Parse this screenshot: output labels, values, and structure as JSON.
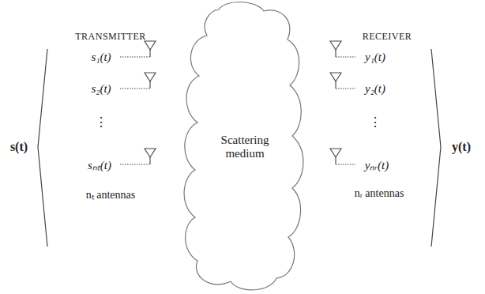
{
  "diagram": {
    "nodes": [
      {
        "text": [
          "Scattering medium"
        ]
      }
    ],
    "labels": [
      "TRANSMITTER",
      "RECEIVER",
      "s(t)",
      "s₁(t)",
      "s₂(t)",
      "⋮",
      "sₙₜ(t)",
      "nₜ antennas",
      "y₁(t)",
      "y₂(t)",
      "⋮",
      "yₙᵣ(t)",
      "nᵣ antennas",
      "y(t)"
    ]
  }
}
